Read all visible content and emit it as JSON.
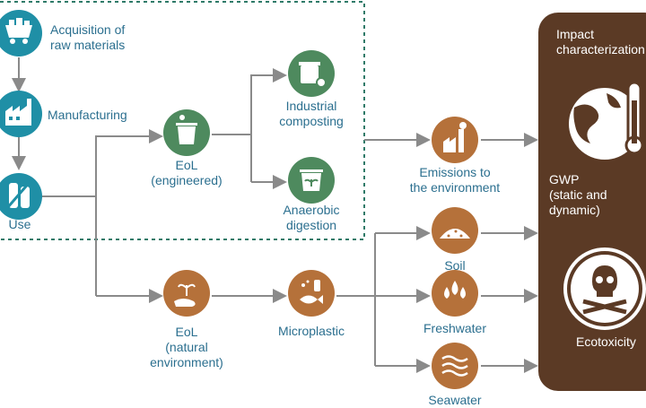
{
  "nodes": {
    "acquisition": "Acquisition of\nraw materials",
    "manufacturing": "Manufacturing",
    "use": "Use",
    "eol_engineered": "EoL\n(engineered)",
    "industrial_composting": "Industrial\ncomposting",
    "anaerobic_digestion": "Anaerobic\ndigestion",
    "emissions": "Emissions to\nthe environment",
    "eol_natural": "EoL\n(natural\nenvironment)",
    "microplastic": "Microplastic",
    "soil": "Soil",
    "freshwater": "Freshwater",
    "seawater": "Seawater"
  },
  "panel": {
    "title": "Impact\ncharacterization",
    "gwp": "GWP\n(static and dynamic)",
    "ecotoxicity": "Ecotoxicity"
  },
  "colors": {
    "teal_circle": "#1f8fa6",
    "green_circle": "#4e8a5e",
    "orange_circle": "#b5713a",
    "panel_bg": "#5b3a25",
    "dashed_border": "#2e7a68",
    "arrow": "#8a8a8a"
  },
  "icons": [
    "mine-cart-icon",
    "factory-icon",
    "bottle-icon",
    "trash-bin-icon",
    "compost-bin-icon",
    "digester-icon",
    "smokestack-icon",
    "hand-sprout-icon",
    "fish-plastic-icon",
    "soil-pile-icon",
    "droplets-icon",
    "waves-icon",
    "earth-thermometer-icon",
    "skull-crossbones-icon"
  ]
}
